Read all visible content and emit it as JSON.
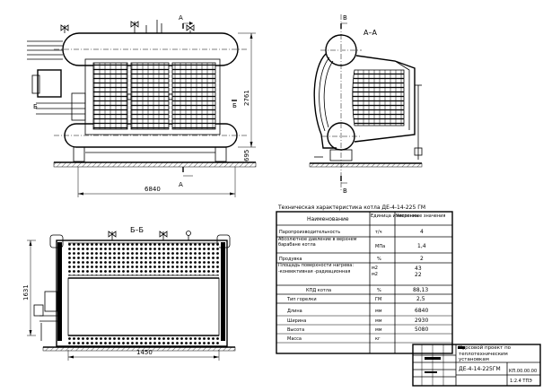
{
  "view1": {
    "section_a": "A",
    "section_a_bottom": "A",
    "section_b": "Б",
    "label_left": "Б",
    "dim_length": "6840",
    "dim_height": "2761",
    "dim_low": "695"
  },
  "view2": {
    "title": "А–А",
    "section_b": "В",
    "section_b_bottom": "В"
  },
  "view3": {
    "title": "Б–Б",
    "dim_width": "1450",
    "dim_height": "1631"
  },
  "spec": {
    "title": "Техническая характеристика котла ДЕ-4-14-225 ГМ",
    "headers": {
      "name": "Наименование",
      "unit": "Единица измерения",
      "value": "Численные значения"
    },
    "rows": [
      {
        "name": "Паропроизводительность",
        "unit": "т/ч",
        "value": "4"
      },
      {
        "name": "Абсолютное давление в верхнем барабане котла",
        "unit": "МПа",
        "value": "1,4"
      },
      {
        "name": "Продувка",
        "unit": "%",
        "value": "2"
      },
      {
        "name": "Площадь поверхности нагрева: -конвективная -радиационная",
        "unit": "м2 м2",
        "value": "43 22"
      },
      {
        "name": "КПД котла",
        "unit": "%",
        "value": "88,13"
      },
      {
        "name": "Тип горелки",
        "unit": "ГМ",
        "value": "2,5"
      },
      {
        "name": "Длина",
        "unit": "мм",
        "value": "6840"
      },
      {
        "name": "Ширина",
        "unit": "мм",
        "value": "2930"
      },
      {
        "name": "Высота",
        "unit": "мм",
        "value": "5080"
      },
      {
        "name": "Масса",
        "unit": "кг",
        "value": ""
      }
    ]
  },
  "titleblock": {
    "project": "Курсовой проект по теплотехническим установкам",
    "drawing": "ДЕ-4-14-225ГМ",
    "code": "КП.00.00.00",
    "sheet": "1:2.4 ТПЭ"
  }
}
